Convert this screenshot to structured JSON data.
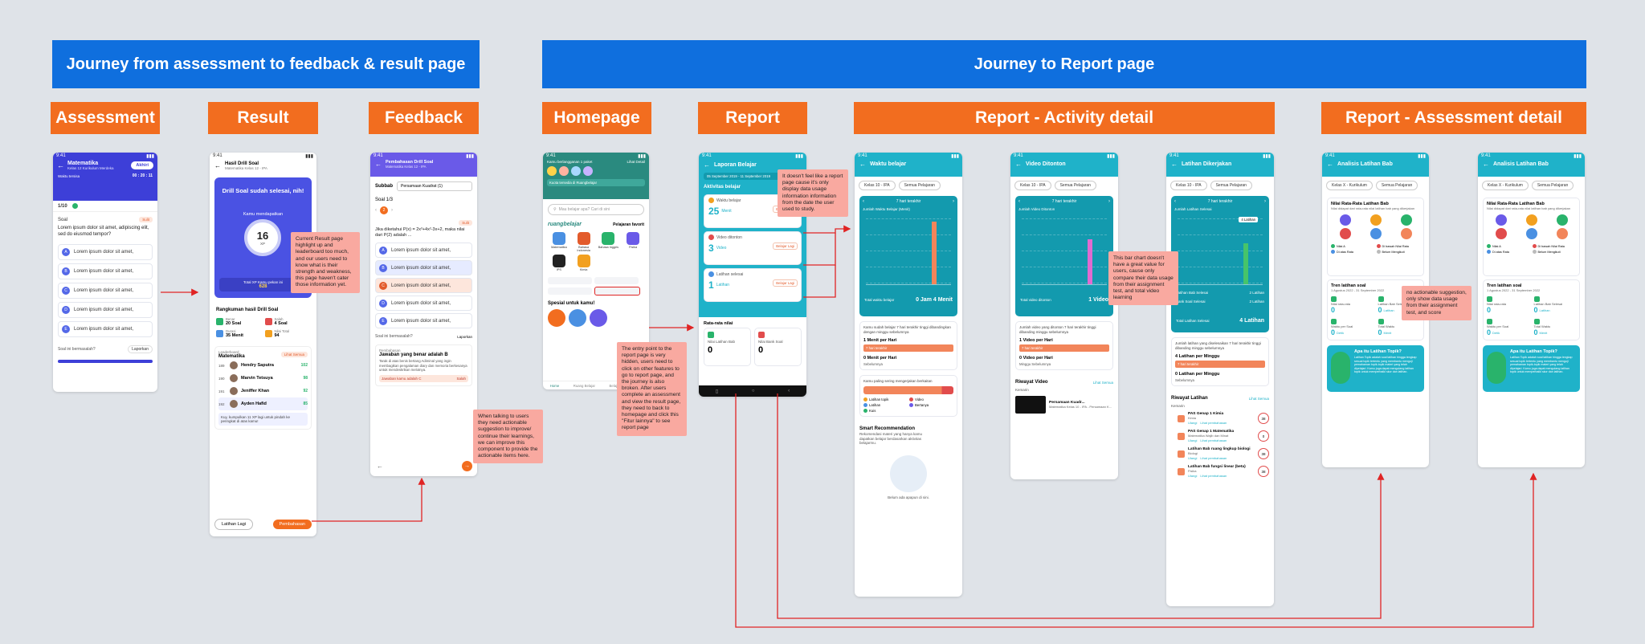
{
  "banners": {
    "left": "Journey from assessment to feedback & result page",
    "right": "Journey to Report page"
  },
  "sections": {
    "assessment": "Assessment",
    "result": "Result",
    "feedback": "Feedback",
    "homepage": "Homepage",
    "report": "Report",
    "activity": "Report - Activity detail",
    "assess_detail": "Report - Assessment detail"
  },
  "notes": {
    "result": "Current Result page highlight up and leaderboard too much, and our users need to know what is their strength and weakness, this page haven't cater those information yet.",
    "feedback": "When talking to users they need actionable suggestion to improve/ continue their learnings, we can improve this component to provide the actionable items here.",
    "report_top": "It doesn't feel like a report page cause it's only display data usage information information from the date the user used to study.",
    "report_bottom": "The entry point to the report page is very hidden, users need to click on other features to go to report page, and the journey is also broken. After users complete an assessment and view the result page, they need to back to homepage and click this \"Fitur lainnya\" to see report page",
    "video": "This bar chart doesn't have a great value for users, cause only compare their data usage from their assignment test, and total video learning",
    "assess": "no actionable suggestion, only show data usage from their assignment test, and score"
  },
  "assessment_screen": {
    "subject": "Matematika",
    "subtitle": "Kelas 12 Kurikulum Merdeka",
    "end_btn": "Akhiri",
    "timer_label": "Waktu tersisa",
    "timer": "00 : 20 : 11",
    "progress": "1/10",
    "q_no": "Soal",
    "q_tag": "Sulit",
    "question": "Lorem ipsum dolor sit amet, adipiscing elit, sed do eiusmod tempor?",
    "options": [
      {
        "key": "A",
        "text": "Lorem ipsum dolor sit amet,"
      },
      {
        "key": "B",
        "text": "Lorem ipsum dolor sit amet,"
      },
      {
        "key": "C",
        "text": "Lorem ipsum dolor sit amet,"
      },
      {
        "key": "D",
        "text": "Lorem ipsum dolor sit amet,"
      },
      {
        "key": "E",
        "text": "Lorem ipsum dolor sit amet,"
      }
    ],
    "help": "Soal ini bermasalah?",
    "report_btn": "Laporkan"
  },
  "result_screen": {
    "title": "Hasil Drill Soal",
    "subtitle": "Matematika Kelas 12 - IPA",
    "hero": "Drill Soal sudah selesai, nih!",
    "score_label": "Kamu mendapatkan",
    "score": "16",
    "score_unit": "XP",
    "rank_text": "Total XP Kamu pekan ini",
    "rank_val": "628",
    "summary_title": "Rangkuman hasil Drill Soal",
    "stats": [
      {
        "label": "Benar",
        "value": "20 Soal"
      },
      {
        "label": "Salah",
        "value": "4 Soal"
      },
      {
        "label": "Durasi",
        "value": "35 Menit"
      },
      {
        "label": "Nilai Total",
        "value": "94"
      }
    ],
    "lb_label": "Leaderboard",
    "lb_subject": "Matematika",
    "lb_badge": "Lihat Semua",
    "leaders": [
      {
        "rank": "189",
        "name": "Hendry Saputra",
        "xp": "102"
      },
      {
        "rank": "190",
        "name": "Marvin Tetsuya",
        "xp": "98"
      },
      {
        "rank": "191",
        "name": "Jeniffer Khan",
        "xp": "92"
      },
      {
        "rank": "192",
        "name": "Ayden Hafid",
        "xp": "85"
      }
    ],
    "tip": "Kuy, kumpulkan 11 XP lagi untuk pindah ke peringkat di atas kamu!",
    "btn_again": "Latihan Lagi",
    "btn_review": "Pembahasan"
  },
  "feedback_screen": {
    "title": "Pembahasan Drill Soal",
    "subtitle": "Matematika Kelas 12 - IPA",
    "subbab": "Subbab",
    "subbab_val": "Persamaan Kuadrat (1)",
    "q_no": "Soal 1/3",
    "q_tag": "Sulit",
    "question": "Jika diketahui P(x) = 2x³+4x²-3x+2, maka nilai dari P(2) adalah ...",
    "options": [
      {
        "key": "A",
        "text": "Lorem ipsum dolor sit amet,"
      },
      {
        "key": "B",
        "text": "Lorem ipsum dolor sit amet,"
      },
      {
        "key": "C",
        "text": "Lorem ipsum dolor sit amet,"
      },
      {
        "key": "D",
        "text": "Lorem ipsum dolor sit amet,"
      },
      {
        "key": "E",
        "text": "Lorem ipsum dolor sit amet,"
      }
    ],
    "help": "Soal ini bermasalah?",
    "report_btn": "Laporkan",
    "exp_label": "Pembahasan",
    "exp_title": "Jawaban yang benar adalah B",
    "exp_body": "Tarak di atas benis bertang Adiminal yang ingin membagikan pengalaman diary dan memoria berkesanya untuk mendeskrikan melotnya.",
    "your_ans": "Jawaban kamu adalah C",
    "wrong": "Salah"
  },
  "home_screen": {
    "greeting": "Kamu berlangganan 1 paket",
    "greeting_link": "Lihat Detail",
    "streak": "Kuota tersedia di Ruangbelajar",
    "search": "Mau belajar apa? Cari di sini",
    "brand": "ruangbelajar",
    "fav": "Pelajaran favorit",
    "icons": [
      "Matematika",
      "Bahasa Indonesia",
      "Bahasa Inggris",
      "Fisika",
      "IPS",
      "Kimia"
    ],
    "special": "Spesial untuk kamu!",
    "nav": [
      "Home",
      "Ruang Belajar",
      "Belajar",
      "Profil"
    ]
  },
  "report_screen": {
    "title": "Laporan Belajar",
    "date": "05 September 2019 - 11 September 2019",
    "section": "Aktivitas belajar",
    "items": [
      {
        "label": "Waktu belajar",
        "value": "25",
        "unit": "Menit",
        "btn": "Belajar Lagi"
      },
      {
        "label": "Video ditonton",
        "value": "3",
        "unit": "Video",
        "btn": "Belajar Lagi"
      },
      {
        "label": "Latihan selesai",
        "value": "1",
        "unit": "Latihan",
        "btn": "Belajar Lagi"
      }
    ],
    "avg_title": "Rata-rata nilai",
    "avg": [
      {
        "label": "Nilai Latihan Bab",
        "value": "0"
      },
      {
        "label": "Nilai Bank Soal",
        "value": "0"
      }
    ]
  },
  "activity_screens": [
    {
      "title": "Waktu belajar",
      "filter1": "Kelas 10 - IPA",
      "filter2": "Semua Pelajaran",
      "range": "7 hari terakhir",
      "chart_label": "Jumlah Waktu Belajar (Menit)",
      "total_label": "Total waktu belajar",
      "total": "0 Jam 4 Menit",
      "insight": "Kamu sudah belajar 7 hari terakhir tinggi dibandingkan dengan minggu sebelumnya",
      "stat1": "1 Menit per Hari",
      "stat1_bar": "7 hari terakhir",
      "stat2": "0 Menit per Hari",
      "stat2_label": "Sebelumnya",
      "sub_title": "Kamu paling sering mengerjakan berkaitan",
      "legend": [
        "Latihan topik",
        "Video",
        "Latihan",
        "Bertanya",
        "Kuis"
      ],
      "rec_title": "Smart Recommendation",
      "rec_body": "Rekomendasi materi yang hanya kamu dapatkan belajar berdasarkan aktivitas belajarmu.",
      "empty": "Belum ada apapun di sini."
    },
    {
      "title": "Video Ditonton",
      "filter1": "Kelas 10 - IPA",
      "filter2": "Semua Pelajaran",
      "range": "7 hari terakhir",
      "chart_label": "Jumlah Video Ditonton",
      "total_label": "Total video ditonton",
      "total": "1 Video",
      "insight": "Jumlah video yang ditonton 7 hari terakhir tinggi dibanding minggu sebelumnya",
      "stat1": "1 Video per Hari",
      "stat1_bar": "7 hari terakhir",
      "stat2": "0 Video per Hari",
      "stat2_label": "Minggu Sebelumnya",
      "history": "Riwayat Video",
      "history_link": "Lihat Semua",
      "history_day": "Kemarin",
      "video_title": "Persamaan Kuadr...",
      "video_sub": "Matematika Kelas 10 - IPA - Persamaan K..."
    },
    {
      "title": "Latihan Dikerjakan",
      "filter1": "Kelas 10 - IPA",
      "filter2": "Semua Pelajaran",
      "range": "7 hari terakhir",
      "chart_label": "Jumlah Latihan Selesai",
      "chart_tag": "4 Latihan",
      "rows": [
        {
          "label": "Latihan Bab Selesai",
          "value": "2 Latihan"
        },
        {
          "label": "Bank Soal Selesai",
          "value": "2 Latihan"
        }
      ],
      "total_label": "Total Latihan Selesai",
      "total": "4 Latihan",
      "insight": "Jumlah latihan yang diselesaikan 7 hari terakhir tinggi dibanding minggu sebelumnya",
      "stat1": "4 Latihan per Minggu",
      "stat1_bar": "7 hari terakhir",
      "stat2": "0 Latihan per Minggu",
      "stat2_label": "Sebelumnya",
      "history": "Riwayat Latihan",
      "history_link": "Lihat Semua",
      "history_day": "Kemarin",
      "list": [
        {
          "title": "PAS Genap 1 Kimia",
          "sub": "Kimia",
          "score": "38"
        },
        {
          "title": "PAS Genap 1 Matematika",
          "sub": "Matematika Wajib dan Minat",
          "score": "0"
        },
        {
          "title": "Latihan Bab ruang lingkup biologi",
          "sub": "Biologi",
          "score": "38"
        },
        {
          "title": "Latihan Bab fungsi linear (beta)",
          "sub": "Fisika",
          "score": "38"
        }
      ],
      "link1": "Ulangi",
      "link2": "Lihat pembahasan"
    }
  ],
  "assess_screens": [
    {
      "title": "Analisis Latihan Bab",
      "filter1": "Kelas X - Kurikulum",
      "filter2": "Semua Pelajaran",
      "avg_title": "Nilai Rata-Rata Latihan Bab",
      "avg_sub": "Nilai didapat dari rata-rata nilai latihan bab yang dikerjakan",
      "legend": [
        "Nilai A",
        "Di bawah Nilai Rata",
        "Di atas Rata",
        "Belum Mengikuti"
      ],
      "trend_title": "Tren latihan soal",
      "trend_sub": "1 Agustus 2022 - 31 September 2022",
      "metrics": [
        {
          "label": "Nilai rata-rata",
          "value": "0",
          "unit": ""
        },
        {
          "label": "Latihan Bab Selesai",
          "value": "0",
          "unit": "Latihan"
        },
        {
          "label": "Waktu per Soal",
          "value": "0",
          "unit": "Detik"
        },
        {
          "label": "Total Waktu",
          "value": "0",
          "unit": "Menit"
        }
      ],
      "promo_title": "Apa itu Latihan Topik?",
      "promo_body": "Latihan Topik adalah soal latihan hingga lengkap sesuai topik tertentu yang membantu menguji pemahaman topik-topik materi yang telah dipelajari. Kamu juga dapat mengulang latihan topik untuk memperbaiki skor dan latihan."
    },
    {
      "title": "Analisis Latihan Bab",
      "filter1": "Kelas X - Kurikulum",
      "filter2": "Semua Pelajaran",
      "avg_title": "Nilai Rata-Rata Latihan Bab",
      "avg_sub": "Nilai didapat dari rata-rata nilai latihan bab yang dikerjakan",
      "legend": [
        "Nilai A",
        "Di bawah Nilai Rata",
        "Di atas Rata",
        "Belum Mengikuti"
      ],
      "trend_title": "Tren latihan soal",
      "trend_sub": "1 Agustus 2022 - 31 September 2022",
      "metrics": [
        {
          "label": "Nilai rata-rata",
          "value": "0",
          "unit": ""
        },
        {
          "label": "Latihan Bab Selesai",
          "value": "0",
          "unit": "Latihan"
        },
        {
          "label": "Waktu per Soal",
          "value": "0",
          "unit": "Detik"
        },
        {
          "label": "Total Waktu",
          "value": "0",
          "unit": "Menit"
        }
      ],
      "promo_title": "Apa itu Latihan Topik?",
      "promo_body": "Latihan Topik adalah soal latihan hingga lengkap sesuai topik tertentu yang membantu menguji pemahaman topik-topik materi yang telah dipelajari. Kamu juga dapat mengulang latihan topik untuk memperbaiki skor dan latihan."
    }
  ],
  "colors": {
    "banner": "#0f6fde",
    "section": "#f26d1f",
    "note": "#f9a9a0",
    "arrow": "#e02424",
    "teal": "#1fb2c9",
    "purple": "#5468e8"
  }
}
